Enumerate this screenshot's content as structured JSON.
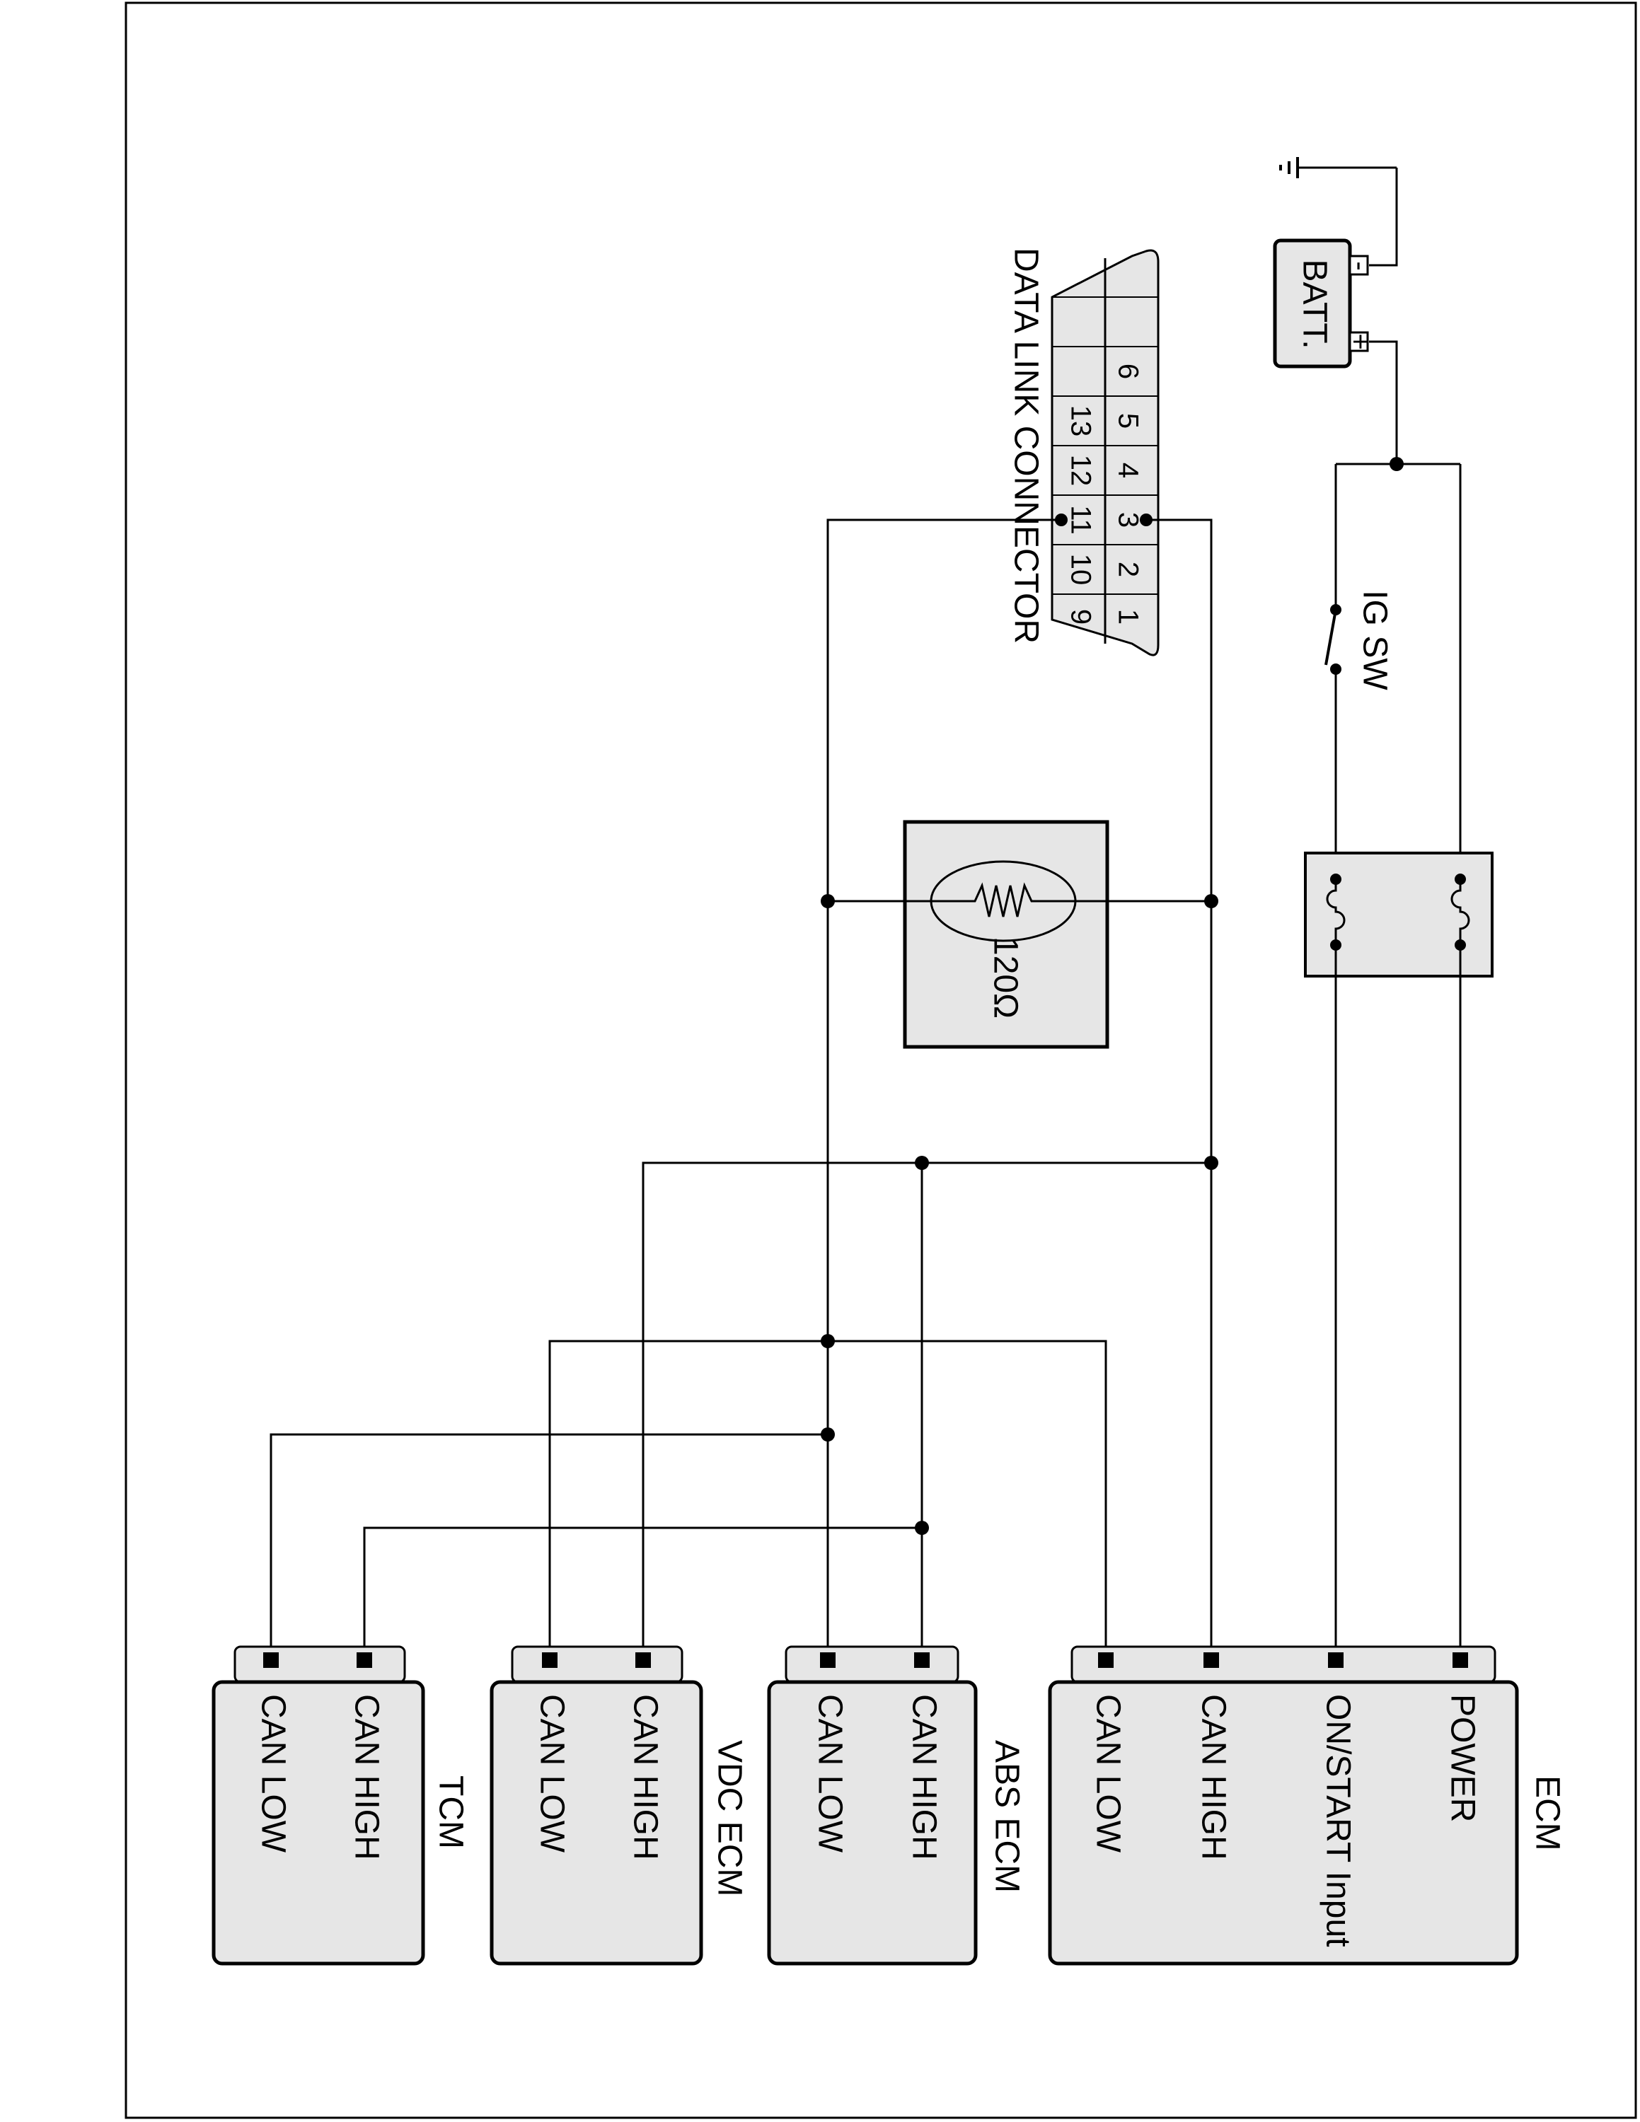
{
  "ecm": {
    "title": "ECM",
    "pins": [
      "POWER",
      "ON/START Input",
      "CAN HIGH",
      "CAN LOW"
    ]
  },
  "abs": {
    "title": "ABS ECM",
    "pins": [
      "CAN HIGH",
      "CAN LOW"
    ]
  },
  "vdc": {
    "title": "VDC ECM",
    "pins": [
      "CAN HIGH",
      "CAN LOW"
    ]
  },
  "tcm": {
    "title": "TCM",
    "pins": [
      "CAN HIGH",
      "CAN LOW"
    ]
  },
  "battery": {
    "label": "BATT.",
    "plus": "+",
    "minus": "-"
  },
  "ignition_switch": {
    "label": "IG SW"
  },
  "resistor": {
    "label": "120Ω"
  },
  "dlc": {
    "label": "DATA LINK CONNECTOR",
    "top_row": [
      "1",
      "2",
      "3",
      "4",
      "5",
      "6"
    ],
    "bottom_row": [
      "9",
      "10",
      "11",
      "12",
      "13"
    ]
  }
}
